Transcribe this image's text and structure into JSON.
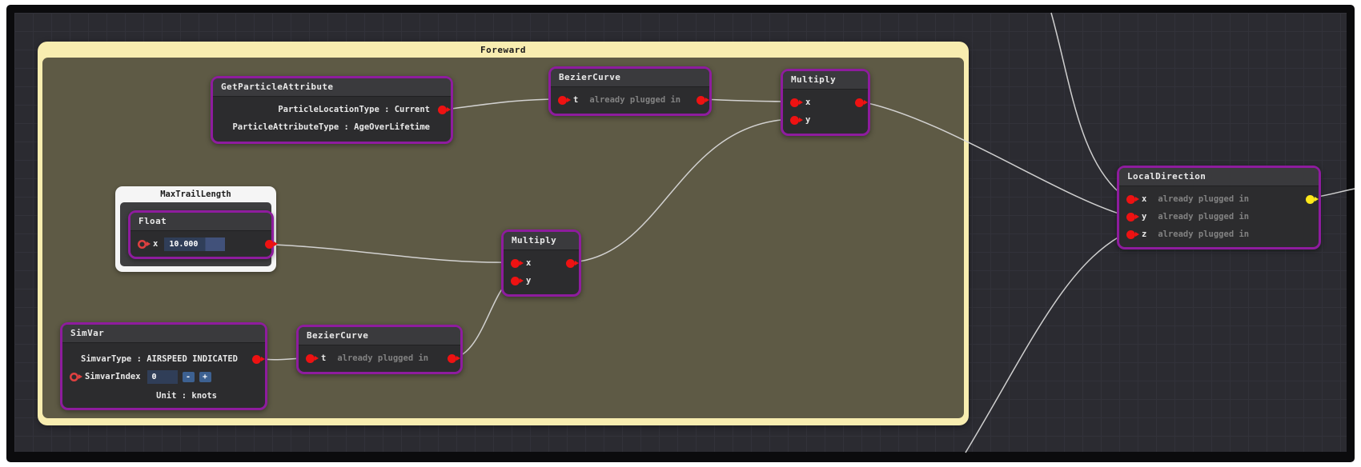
{
  "group_foreward": {
    "title": "Foreward"
  },
  "group_maxtrail": {
    "title": "MaxTrailLength"
  },
  "nodes": {
    "get_particle_attribute": {
      "title": "GetParticleAttribute",
      "row1": "ParticleLocationType : Current",
      "row2": "ParticleAttributeType : AgeOverLifetime"
    },
    "bezier_curve_top": {
      "title": "BezierCurve",
      "t_label": "t",
      "t_status": "already plugged in"
    },
    "multiply_top": {
      "title": "Multiply",
      "x_label": "x",
      "y_label": "y"
    },
    "float_node": {
      "title": "Float",
      "x_label": "x",
      "x_value": "10.000"
    },
    "multiply_middle": {
      "title": "Multiply",
      "x_label": "x",
      "y_label": "y"
    },
    "simvar": {
      "title": "SimVar",
      "type_row": "SimvarType : AIRSPEED INDICATED",
      "index_label": "SimvarIndex",
      "index_value": "0",
      "minus_label": "-",
      "plus_label": "+",
      "unit_row": "Unit : knots"
    },
    "bezier_curve_bottom": {
      "title": "BezierCurve",
      "t_label": "t",
      "t_status": "already plugged in"
    },
    "local_direction": {
      "title": "LocalDirection",
      "rows": [
        {
          "label": "x",
          "status": "already plugged in"
        },
        {
          "label": "y",
          "status": "already plugged in"
        },
        {
          "label": "z",
          "status": "already plugged in"
        }
      ]
    }
  },
  "colors": {
    "node_border": "#8e1c9e",
    "port_red": "#ee1212",
    "port_yellow": "#ffe81a",
    "group_yellow": "#f8edb0",
    "group_interior": "#5e5a45",
    "wire": "#d8d8d8",
    "canvas_bg": "#2b2b31"
  }
}
